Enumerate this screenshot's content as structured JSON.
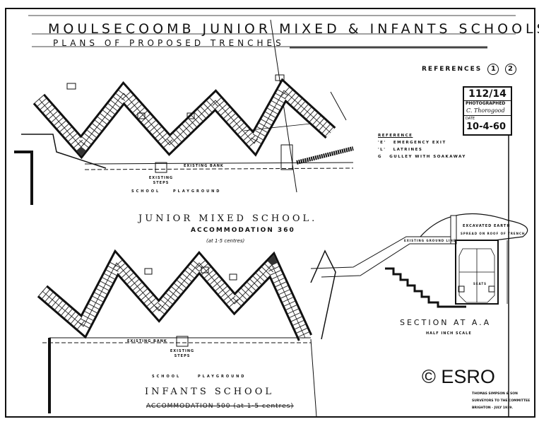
{
  "header": {
    "title": "MOULSECOOMB JUNIOR MIXED & INFANTS SCHOOLS",
    "subtitle": "PLANS OF PROPOSED TRENCHES"
  },
  "references": {
    "label": "REFERENCES",
    "items": [
      "1",
      "2"
    ]
  },
  "stamp": {
    "number": "112/14",
    "photographed_label": "PHOTOGRAPHED",
    "signature": "C. Thorogood",
    "date_label": "DATE",
    "date": "10-4-60"
  },
  "legend": {
    "heading": "REFERENCE",
    "items": [
      {
        "key": "'E'",
        "text": "EMERGENCY EXIT"
      },
      {
        "key": "'L'",
        "text": "LATRINES"
      },
      {
        "key": "G",
        "text": "GULLEY WITH SOAKAWAY"
      }
    ]
  },
  "junior": {
    "existing_bank": "EXISTING BANK",
    "existing_steps": "EXISTING STEPS",
    "school": "SCHOOL",
    "playground": "PLAYGROUND",
    "name": "JUNIOR MIXED SCHOOL.",
    "accommodation": "ACCOMMODATION 360",
    "centres": "(at 1·5 centres)"
  },
  "infants": {
    "existing_bank": "EXISTING BANK",
    "existing_steps": "EXISTING STEPS",
    "school": "SCHOOL",
    "playground": "PLAYGROUND",
    "name": "INFANTS SCHOOL",
    "accommodation": "ACCOMMODATION 500 (at 1·5 centres)"
  },
  "section": {
    "excavated": "EXCAVATED EARTH",
    "excavated_sub": "SPREAD ON ROOF OF TRENCH",
    "ground_line": "EXISTING GROUND LINE",
    "seats": "SEATS",
    "name": "SECTION AT A.A",
    "scale": "HALF INCH SCALE"
  },
  "watermark": "© ESRO",
  "credit": {
    "line1": "THOMAS SIMPSON & SON",
    "line2": "SURVEYORS TO THE COMMITTEE",
    "line3": "BRIGHTON ·  JULY 1939."
  }
}
